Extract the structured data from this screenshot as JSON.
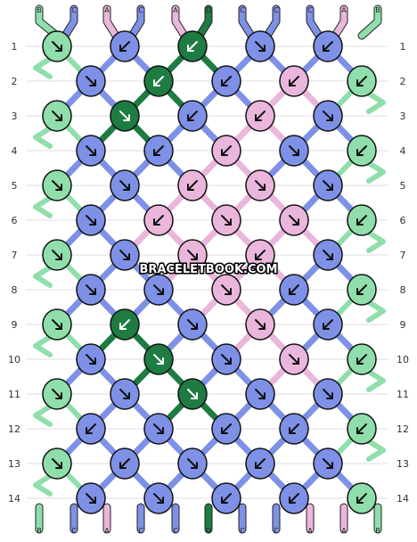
{
  "colors": {
    "A": "#eab6dc",
    "B": "#8fdeab",
    "C": "#7e91e6",
    "D": "#1e7b42"
  },
  "top_strings": [
    "B",
    "C",
    "A",
    "C",
    "A",
    "D",
    "C",
    "C",
    "C",
    "A",
    "B"
  ],
  "bottom_strings": [
    "B",
    "C",
    "A",
    "C",
    "C",
    "D",
    "C",
    "C",
    "A",
    "A",
    "B"
  ],
  "row_labels": [
    "1",
    "2",
    "3",
    "4",
    "5",
    "6",
    "7",
    "8",
    "9",
    "10",
    "11",
    "12",
    "13",
    "14"
  ],
  "watermark": "BRACELETBOOK.COM",
  "knots": [
    {
      "row": 1,
      "color": "B",
      "dir": "forward"
    },
    {
      "row": 1,
      "color": "C",
      "dir": "backward"
    },
    {
      "row": 1,
      "color": "D",
      "dir": "backward"
    },
    {
      "row": 1,
      "color": "C",
      "dir": "forward"
    },
    {
      "row": 1,
      "color": "C",
      "dir": "backward"
    },
    {
      "row": 2,
      "color": "C",
      "dir": "forward"
    },
    {
      "row": 2,
      "color": "D",
      "dir": "backward"
    },
    {
      "row": 2,
      "color": "C",
      "dir": "backward"
    },
    {
      "row": 2,
      "color": "A",
      "dir": "backward"
    },
    {
      "row": 2,
      "color": "B",
      "dir": "backward"
    },
    {
      "row": 3,
      "color": "B",
      "dir": "forward"
    },
    {
      "row": 3,
      "color": "D",
      "dir": "forward"
    },
    {
      "row": 3,
      "color": "C",
      "dir": "backward"
    },
    {
      "row": 3,
      "color": "A",
      "dir": "backward"
    },
    {
      "row": 3,
      "color": "C",
      "dir": "forward"
    },
    {
      "row": 4,
      "color": "C",
      "dir": "forward"
    },
    {
      "row": 4,
      "color": "C",
      "dir": "backward"
    },
    {
      "row": 4,
      "color": "A",
      "dir": "backward"
    },
    {
      "row": 4,
      "color": "C",
      "dir": "forward"
    },
    {
      "row": 4,
      "color": "B",
      "dir": "backward"
    },
    {
      "row": 5,
      "color": "B",
      "dir": "forward"
    },
    {
      "row": 5,
      "color": "C",
      "dir": "forward"
    },
    {
      "row": 5,
      "color": "A",
      "dir": "backward"
    },
    {
      "row": 5,
      "color": "A",
      "dir": "forward"
    },
    {
      "row": 5,
      "color": "C",
      "dir": "forward"
    },
    {
      "row": 6,
      "color": "C",
      "dir": "forward"
    },
    {
      "row": 6,
      "color": "A",
      "dir": "backward"
    },
    {
      "row": 6,
      "color": "A",
      "dir": "forward"
    },
    {
      "row": 6,
      "color": "A",
      "dir": "forward"
    },
    {
      "row": 6,
      "color": "B",
      "dir": "backward"
    },
    {
      "row": 7,
      "color": "B",
      "dir": "forward"
    },
    {
      "row": 7,
      "color": "C",
      "dir": "forward"
    },
    {
      "row": 7,
      "color": "A",
      "dir": "forward"
    },
    {
      "row": 7,
      "color": "A",
      "dir": "backward"
    },
    {
      "row": 7,
      "color": "C",
      "dir": "forward"
    },
    {
      "row": 8,
      "color": "C",
      "dir": "forward"
    },
    {
      "row": 8,
      "color": "C",
      "dir": "forward"
    },
    {
      "row": 8,
      "color": "A",
      "dir": "forward"
    },
    {
      "row": 8,
      "color": "C",
      "dir": "backward"
    },
    {
      "row": 8,
      "color": "B",
      "dir": "backward"
    },
    {
      "row": 9,
      "color": "B",
      "dir": "forward"
    },
    {
      "row": 9,
      "color": "D",
      "dir": "backward"
    },
    {
      "row": 9,
      "color": "C",
      "dir": "forward"
    },
    {
      "row": 9,
      "color": "A",
      "dir": "forward"
    },
    {
      "row": 9,
      "color": "C",
      "dir": "backward"
    },
    {
      "row": 10,
      "color": "C",
      "dir": "forward"
    },
    {
      "row": 10,
      "color": "D",
      "dir": "forward"
    },
    {
      "row": 10,
      "color": "C",
      "dir": "forward"
    },
    {
      "row": 10,
      "color": "A",
      "dir": "forward"
    },
    {
      "row": 10,
      "color": "B",
      "dir": "backward"
    },
    {
      "row": 11,
      "color": "B",
      "dir": "forward"
    },
    {
      "row": 11,
      "color": "C",
      "dir": "forward"
    },
    {
      "row": 11,
      "color": "D",
      "dir": "forward"
    },
    {
      "row": 11,
      "color": "C",
      "dir": "forward"
    },
    {
      "row": 11,
      "color": "C",
      "dir": "forward"
    },
    {
      "row": 12,
      "color": "C",
      "dir": "backward"
    },
    {
      "row": 12,
      "color": "C",
      "dir": "forward"
    },
    {
      "row": 12,
      "color": "C",
      "dir": "backward"
    },
    {
      "row": 12,
      "color": "C",
      "dir": "backward"
    },
    {
      "row": 12,
      "color": "B",
      "dir": "backward"
    },
    {
      "row": 13,
      "color": "B",
      "dir": "forward"
    },
    {
      "row": 13,
      "color": "C",
      "dir": "backward"
    },
    {
      "row": 13,
      "color": "C",
      "dir": "forward"
    },
    {
      "row": 13,
      "color": "C",
      "dir": "backward"
    },
    {
      "row": 13,
      "color": "C",
      "dir": "forward"
    },
    {
      "row": 14,
      "color": "C",
      "dir": "forward"
    },
    {
      "row": 14,
      "color": "C",
      "dir": "forward"
    },
    {
      "row": 14,
      "color": "C",
      "dir": "backward"
    },
    {
      "row": 14,
      "color": "C",
      "dir": "backward"
    },
    {
      "row": 14,
      "color": "B",
      "dir": "backward"
    }
  ]
}
